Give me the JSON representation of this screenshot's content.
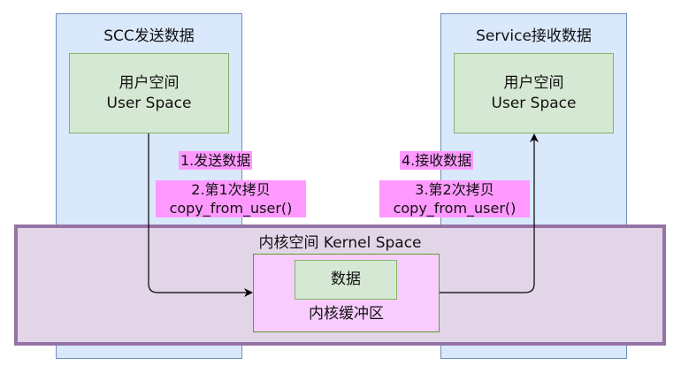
{
  "lanes": {
    "left_title": "SCC发送数据",
    "right_title": "Service接收数据"
  },
  "user_space": {
    "line1": "用户空间",
    "line2": "User Space"
  },
  "kernel": {
    "title": "内核空间 Kernel Space",
    "buffer_title": "内核缓冲区",
    "data_label": "数据"
  },
  "steps": {
    "send": "1.发送数据",
    "copy1": "2.第1次拷贝",
    "copy1_func": "copy_from_user()",
    "copy2": "3.第2次拷贝",
    "copy2_func": "copy_from_user()",
    "receive": "4.接收数据"
  },
  "colors": {
    "lane_fill": "#dae8fc",
    "user_space_fill": "#d5e8d4",
    "kernel_fill": "#e1d5e7",
    "kernel_border": "#9673a6",
    "buffer_fill": "#f9ccff",
    "label_highlight": "#ff99ff"
  }
}
